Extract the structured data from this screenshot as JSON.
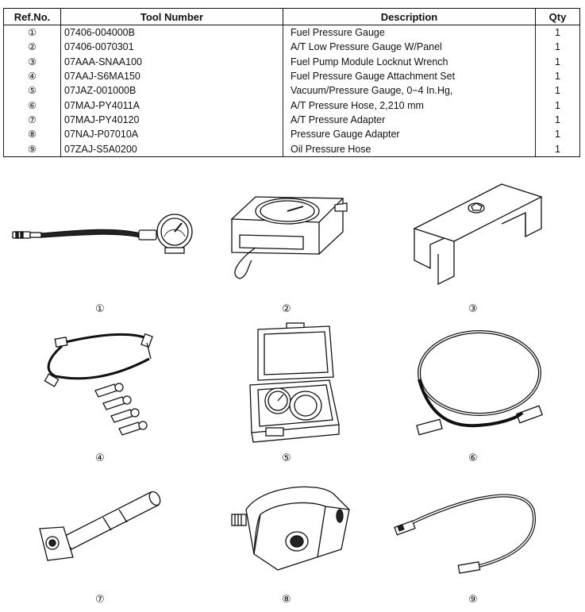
{
  "table": {
    "headers": {
      "ref": "Ref.No.",
      "tool": "Tool Number",
      "desc": "Description",
      "qty": "Qty"
    },
    "rows": [
      {
        "ref": "①",
        "tool": "07406-004000B",
        "desc": "Fuel Pressure Gauge",
        "qty": "1"
      },
      {
        "ref": "②",
        "tool": "07406-0070301",
        "desc": "A/T Low Pressure Gauge W/Panel",
        "qty": "1"
      },
      {
        "ref": "③",
        "tool": "07AAA-SNAA100",
        "desc": "Fuel Pump Module Locknut Wrench",
        "qty": "1"
      },
      {
        "ref": "④",
        "tool": "07AAJ-S6MA150",
        "desc": "Fuel Pressure Gauge Attachment Set",
        "qty": "1"
      },
      {
        "ref": "⑤",
        "tool": "07JAZ-001000B",
        "desc": "Vacuum/Pressure Gauge, 0−4 In.Hg,",
        "qty": "1"
      },
      {
        "ref": "⑥",
        "tool": "07MAJ-PY4011A",
        "desc": "A/T Pressure Hose, 2,210 mm",
        "qty": "1"
      },
      {
        "ref": "⑦",
        "tool": "07MAJ-PY40120",
        "desc": "A/T Pressure Adapter",
        "qty": "1"
      },
      {
        "ref": "⑧",
        "tool": "07NAJ-P07010A",
        "desc": "Pressure Gauge Adapter",
        "qty": "1"
      },
      {
        "ref": "⑨",
        "tool": "07ZAJ-S5A0200",
        "desc": "Oil Pressure Hose",
        "qty": "1"
      }
    ]
  },
  "figures": {
    "fig1": {
      "label": "①",
      "icon": "fuel-pressure-gauge-icon"
    },
    "fig2": {
      "label": "②",
      "icon": "low-pressure-gauge-panel-icon"
    },
    "fig3": {
      "label": "③",
      "icon": "locknut-wrench-icon"
    },
    "fig4": {
      "label": "④",
      "icon": "gauge-attachment-set-icon"
    },
    "fig5": {
      "label": "⑤",
      "icon": "vacuum-gauge-case-icon"
    },
    "fig6": {
      "label": "⑥",
      "icon": "coiled-pressure-hose-icon"
    },
    "fig7": {
      "label": "⑦",
      "icon": "pressure-adapter-icon"
    },
    "fig8": {
      "label": "⑧",
      "icon": "gauge-adapter-block-icon"
    },
    "fig9": {
      "label": "⑨",
      "icon": "oil-pressure-hose-icon"
    }
  }
}
